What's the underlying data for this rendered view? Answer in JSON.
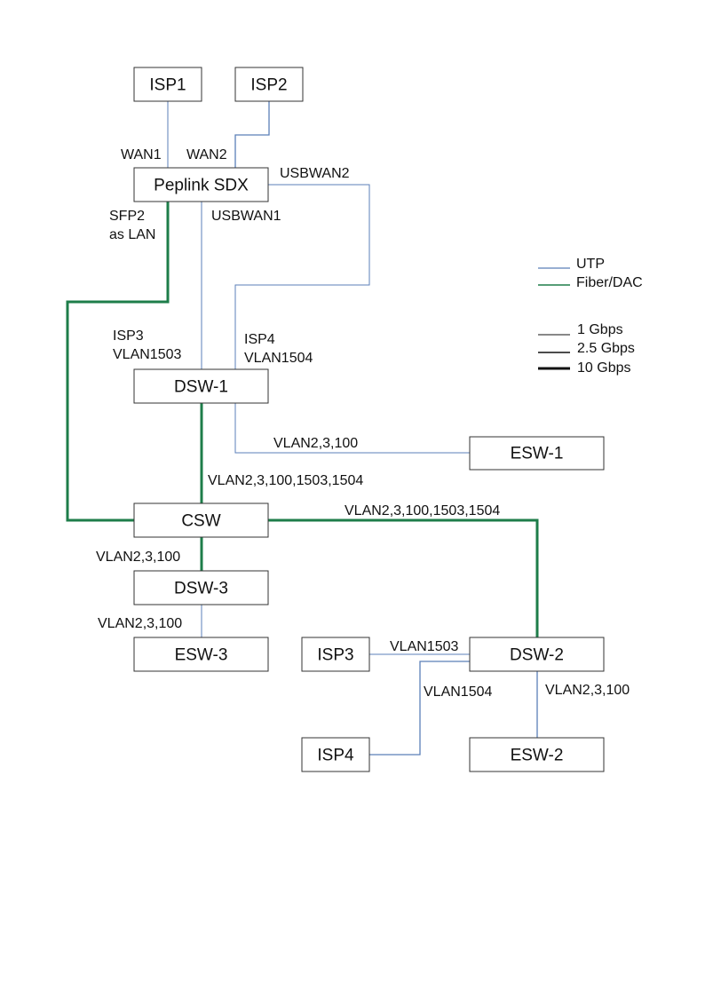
{
  "colors": {
    "utp": "#5b7fb8",
    "fiber": "#1e7d4a",
    "box_border": "#333333",
    "text": "#111111"
  },
  "nodes": {
    "isp1": "ISP1",
    "isp2": "ISP2",
    "sdx": "Peplink SDX",
    "dsw1": "DSW-1",
    "esw1": "ESW-1",
    "csw": "CSW",
    "dsw3": "DSW-3",
    "esw3": "ESW-3",
    "isp3b": "ISP3",
    "isp4b": "ISP4",
    "dsw2": "DSW-2",
    "esw2": "ESW-2"
  },
  "labels": {
    "wan1": "WAN1",
    "wan2": "WAN2",
    "usbwan2": "USBWAN2",
    "sfp2_l1": "SFP2",
    "sfp2_l2": "as LAN",
    "usbwan1": "USBWAN1",
    "isp3_l1": "ISP3",
    "isp3_l2": "VLAN1503",
    "isp4_l1": "ISP4",
    "isp4_l2": "VLAN1504",
    "dsw1_esw1": "VLAN2,3,100",
    "dsw1_csw": "VLAN2,3,100,1503,1504",
    "csw_dsw2": "VLAN2,3,100,1503,1504",
    "csw_dsw3": "VLAN2,3,100",
    "dsw3_esw3": "VLAN2,3,100",
    "isp3_dsw2": "VLAN1503",
    "isp4_dsw2": "VLAN1504",
    "dsw2_esw2": "VLAN2,3,100"
  },
  "legend": {
    "media": [
      {
        "label": "UTP",
        "type": "utp"
      },
      {
        "label": "Fiber/DAC",
        "type": "fiber"
      }
    ],
    "speeds": [
      {
        "label": "1 Gbps"
      },
      {
        "label": "2.5 Gbps"
      },
      {
        "label": "10 Gbps"
      }
    ]
  }
}
